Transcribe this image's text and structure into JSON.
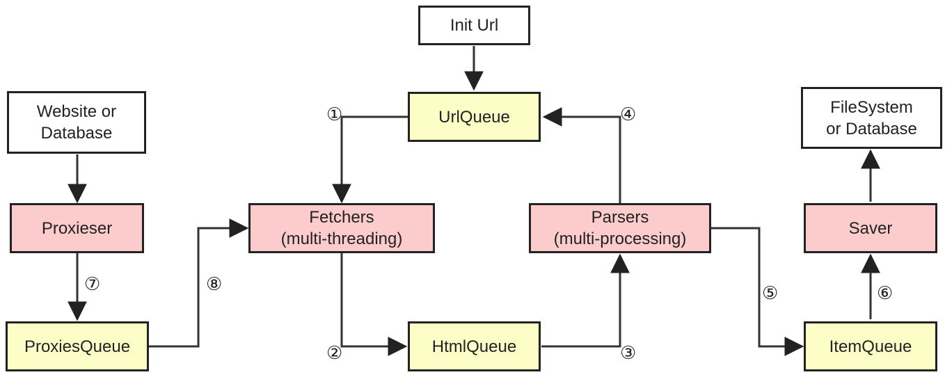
{
  "nodes": {
    "init_url": "Init Url",
    "url_queue": "UrlQueue",
    "website_db": "Website or\nDatabase",
    "filesystem_db": "FileSystem\nor Database",
    "proxieser": "Proxieser",
    "fetchers": "Fetchers\n(multi-threading)",
    "parsers": "Parsers\n(multi-processing)",
    "saver": "Saver",
    "proxies_queue": "ProxiesQueue",
    "html_queue": "HtmlQueue",
    "item_queue": "ItemQueue"
  },
  "steps": {
    "s1": "①",
    "s2": "②",
    "s3": "③",
    "s4": "④",
    "s5": "⑤",
    "s6": "⑥",
    "s7": "⑦",
    "s8": "⑧"
  },
  "colors": {
    "queue_fill": "#fdfdc8",
    "worker_fill": "#fccbcb",
    "stroke": "#222222"
  }
}
